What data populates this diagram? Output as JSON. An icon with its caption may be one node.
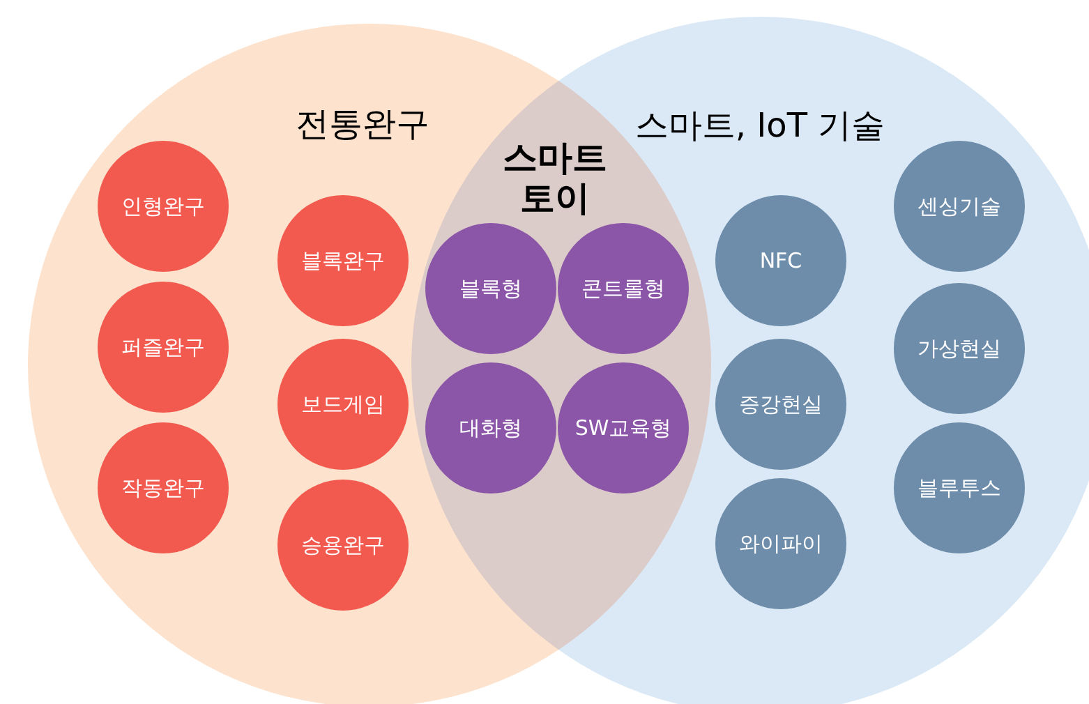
{
  "diagram": {
    "nodes": [
      {
        "text": [
          "전통완구"
        ]
      },
      {
        "text": [
          "스마트, IoT 기술"
        ]
      },
      {
        "text": [
          "스마트 토이"
        ]
      },
      {
        "text": [
          "인형완구"
        ],
        "in": 0
      },
      {
        "text": [
          "퍼즐완구"
        ],
        "in": 0
      },
      {
        "text": [
          "작동완구"
        ],
        "in": 0
      },
      {
        "text": [
          "블록완구"
        ],
        "in": 0
      },
      {
        "text": [
          "보드게임"
        ],
        "in": 0
      },
      {
        "text": [
          "승용완구"
        ],
        "in": 0
      },
      {
        "text": [
          "블록형"
        ],
        "in": 2
      },
      {
        "text": [
          "콘트롤형"
        ],
        "in": 2
      },
      {
        "text": [
          "대화형"
        ],
        "in": 2
      },
      {
        "text": [
          "SW교육형"
        ],
        "in": 2
      },
      {
        "text": [
          "NFC"
        ],
        "in": 1
      },
      {
        "text": [
          "증강현실"
        ],
        "in": 1
      },
      {
        "text": [
          "와이파이"
        ],
        "in": 1
      },
      {
        "text": [
          "센싱기술"
        ],
        "in": 1
      },
      {
        "text": [
          "가상현실"
        ],
        "in": 1
      },
      {
        "text": [
          "블루투스"
        ],
        "in": 1
      }
    ]
  }
}
